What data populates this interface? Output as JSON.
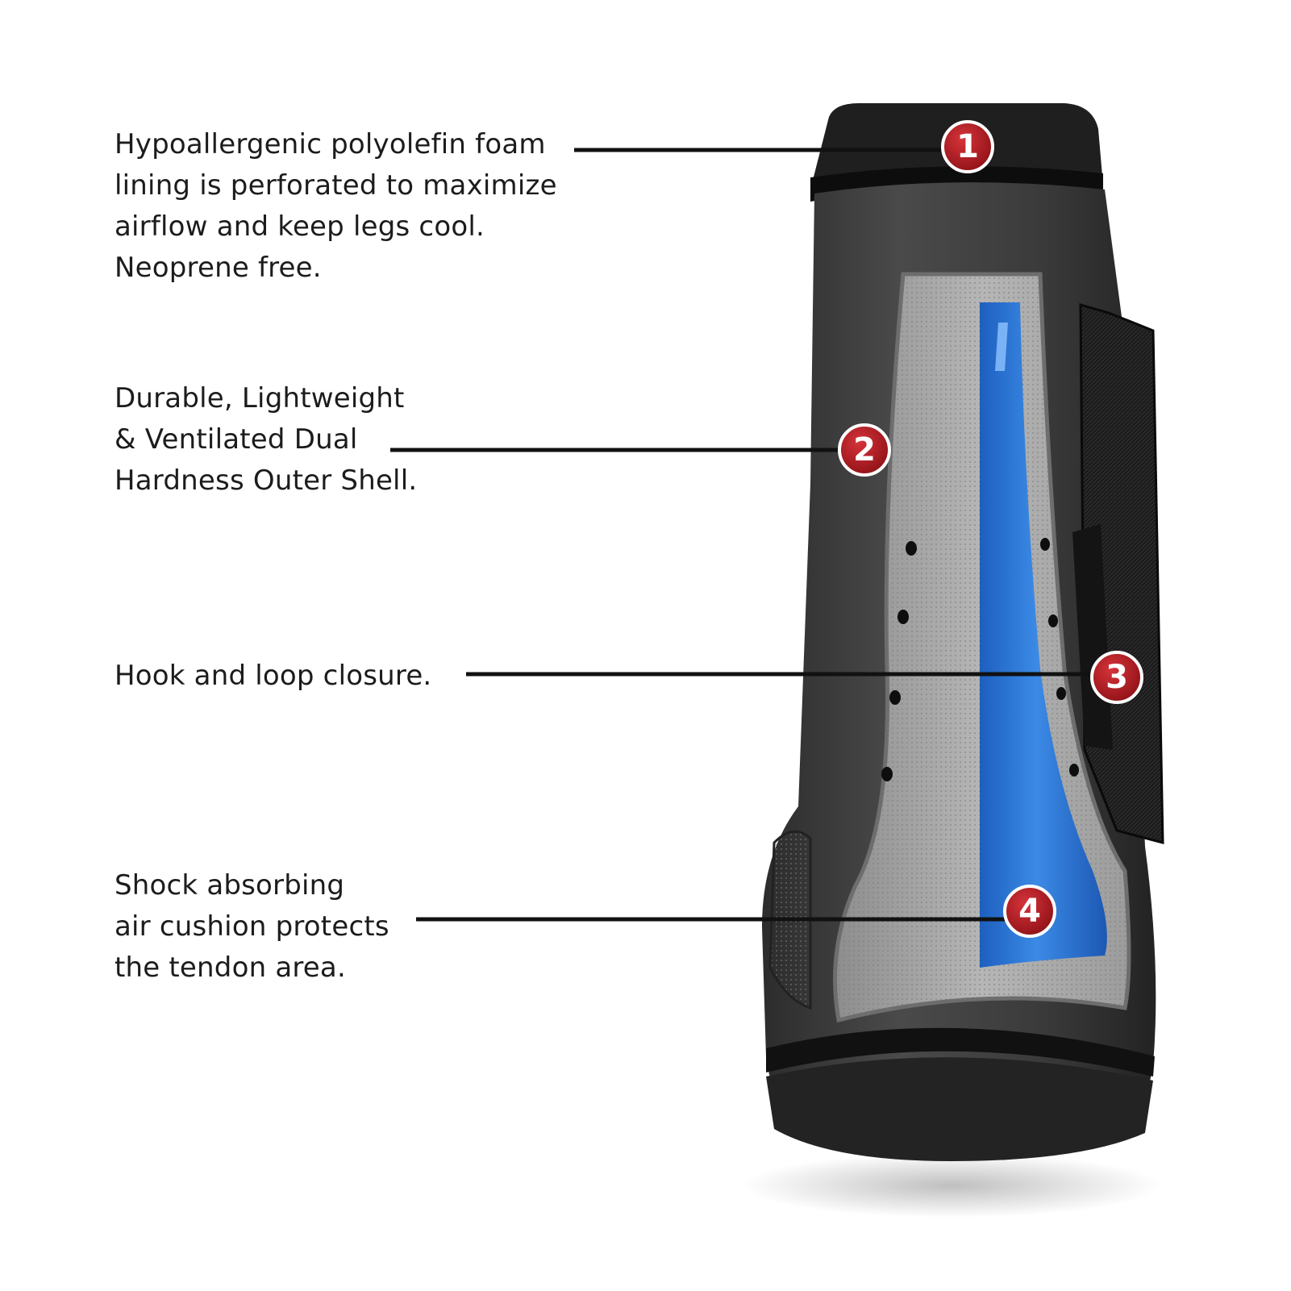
{
  "callouts": [
    {
      "number": "1",
      "lines": [
        "Hypoallergenic polyolefin foam",
        "lining is perforated to maximize",
        "airflow and keep legs cool.",
        "Neoprene free."
      ]
    },
    {
      "number": "2",
      "lines": [
        "Durable, Lightweight",
        "& Ventilated Dual",
        "Hardness Outer Shell."
      ]
    },
    {
      "number": "3",
      "lines": [
        "Hook and loop closure."
      ]
    },
    {
      "number": "4",
      "lines": [
        "Shock absorbing",
        "air cushion protects",
        "the tendon area."
      ]
    }
  ],
  "colors": {
    "marker": "#b3191f",
    "marker_border": "#ffffff",
    "leader_line": "#111111",
    "text": "#1c1c1c",
    "shell": "#3d3d3e",
    "shell_inner": "#a9a9a9",
    "air_cushion": "#2a74d4",
    "strap": "#1a1a1a"
  }
}
